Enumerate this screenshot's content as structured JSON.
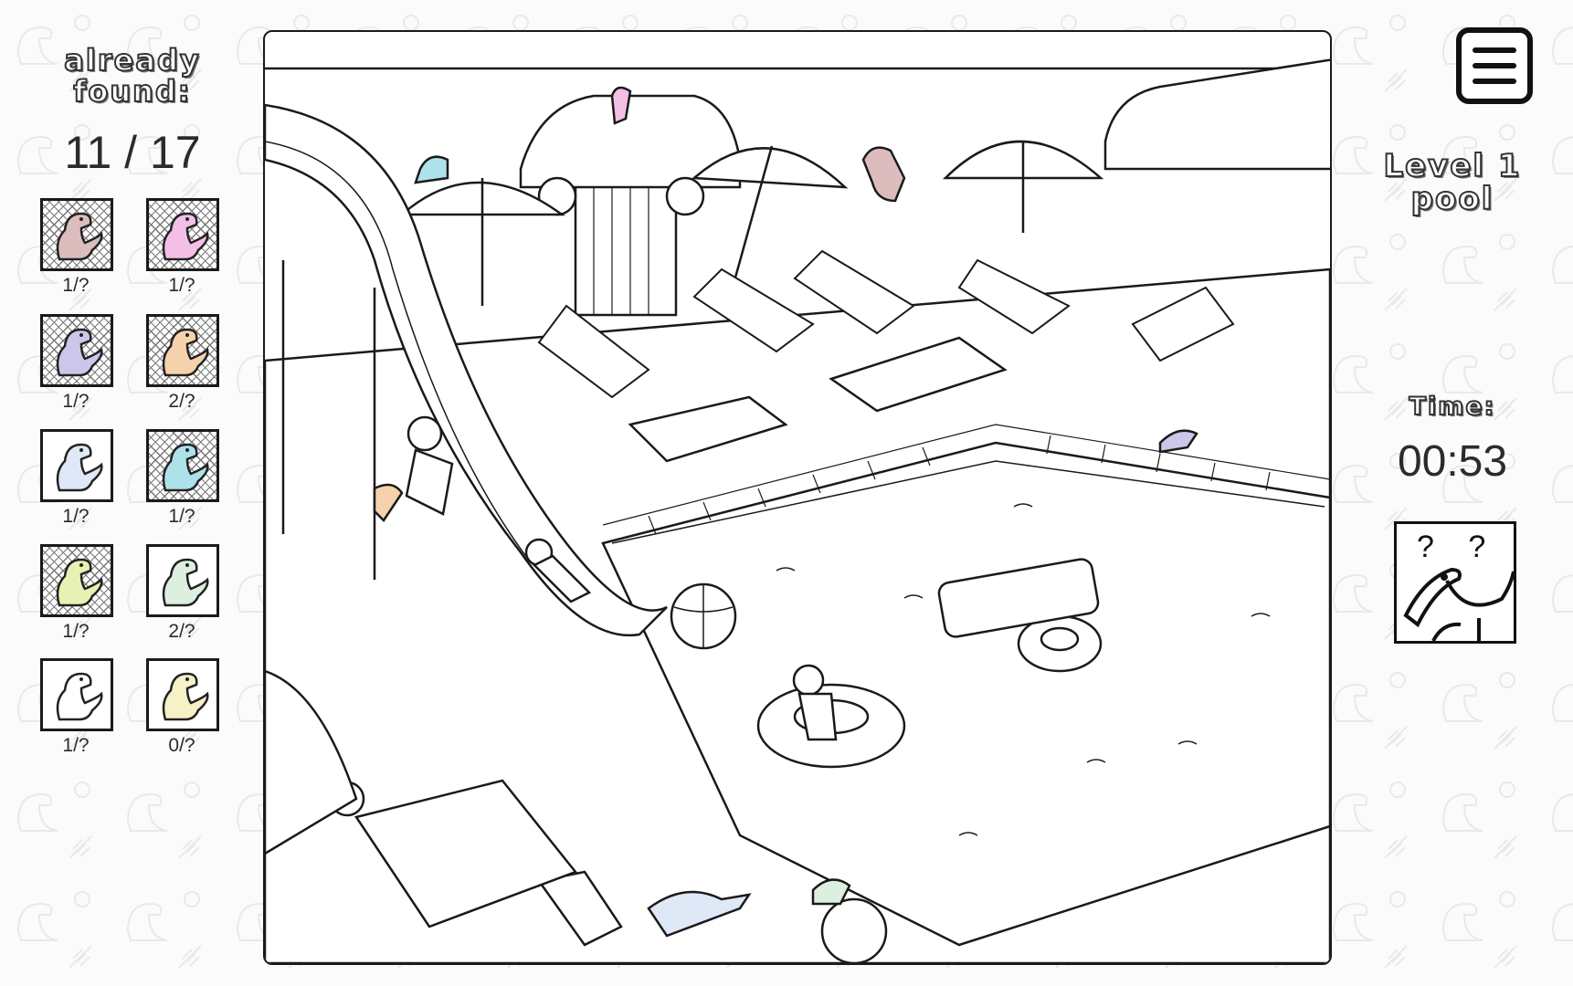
{
  "sidebar": {
    "title": "already found:",
    "found_count": "11 / 17",
    "items": [
      {
        "name": "t-rex-pink",
        "count": "1/?",
        "found": true,
        "color": "#dcbcbc"
      },
      {
        "name": "pink-dino",
        "count": "1/?",
        "found": true,
        "color": "#f3bfe6"
      },
      {
        "name": "brachiosaurus",
        "count": "1/?",
        "found": true,
        "color": "#cbc6ea"
      },
      {
        "name": "parasaurolophus",
        "count": "2/?",
        "found": true,
        "color": "#f6d2ac"
      },
      {
        "name": "stegosaurus",
        "count": "1/?",
        "found": false,
        "color": "#dfe8f6"
      },
      {
        "name": "t-rex-teal",
        "count": "1/?",
        "found": true,
        "color": "#aee2ea"
      },
      {
        "name": "triceratops",
        "count": "1/?",
        "found": true,
        "color": "#e6f1b4"
      },
      {
        "name": "green-dino",
        "count": "2/?",
        "found": false,
        "color": "#dcefe0"
      },
      {
        "name": "pterodactyl",
        "count": "1/?",
        "found": false,
        "color": "#ffffff"
      },
      {
        "name": "ankylosaurus",
        "count": "0/?",
        "found": false,
        "color": "#f6f1c6"
      }
    ]
  },
  "right_panel": {
    "level": "Level 1",
    "level_name": "pool",
    "time_label": "Time:",
    "time_value": "00:53",
    "hint_marks": "? ?"
  },
  "icons": {
    "menu": "hamburger-menu-icon",
    "hint": "hint-dino-icon"
  }
}
